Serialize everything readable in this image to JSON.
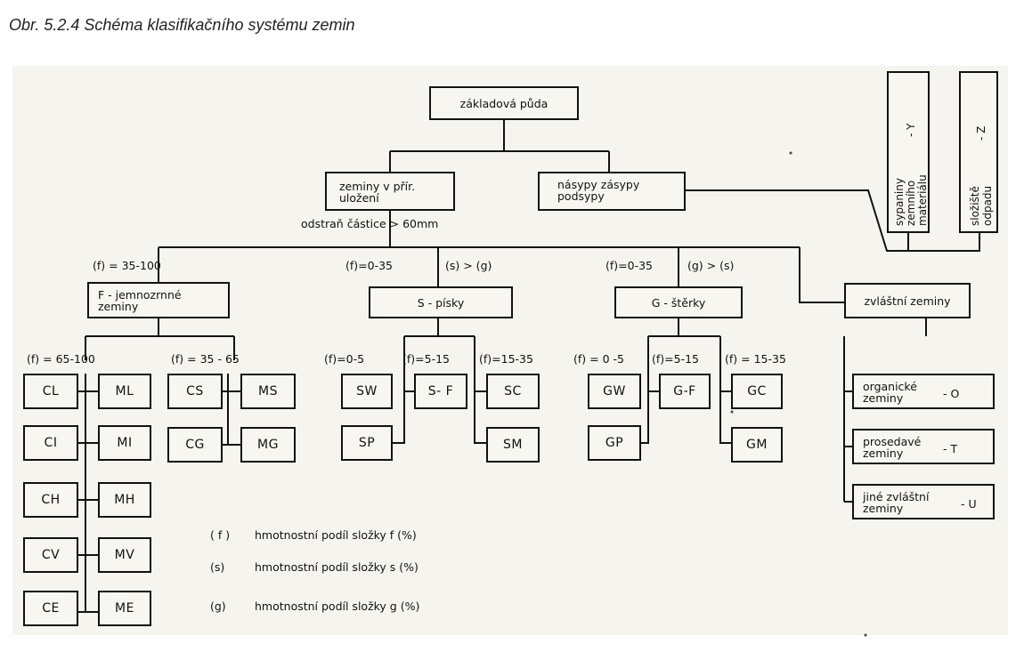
{
  "caption": "Obr. 5.2.4  Schéma klasifikačního systému zemin",
  "nodes": {
    "root": "základová půda",
    "natural": "zeminy v přír. uložení",
    "fills": "násypy zásypy podsypy",
    "spoil_lines": [
      "sypaniny",
      "zemního",
      "materiálu"
    ],
    "spoil_code": "- Y",
    "waste_lines": [
      "složiště",
      "odpadu"
    ],
    "waste_code": "- Z",
    "removal_note": "odstraň částice > 60mm",
    "fine": "F - jemnozrnné zeminy",
    "sand": "S - písky",
    "gravel": "G - štěrky",
    "special": "zvláštní zeminy",
    "organic": "organické zeminy",
    "organic_code": "- O",
    "collapsible": "prosedavé zeminy",
    "collapsible_code": "- T",
    "other": "jiné zvláštní zeminy",
    "other_code": "- U"
  },
  "labels": {
    "fine_range": "(f) = 35-100",
    "sand_range": "(f)=0-35",
    "sand_cond": "(s) > (g)",
    "gravel_range": "(f)=0-35",
    "gravel_cond": "(g) > (s)",
    "fine_a": "(f) = 65-100",
    "fine_b": "(f) = 35 - 65",
    "sand_a": "(f)=0-5",
    "sand_b": "(f)=5-15",
    "sand_c": "(f)=15-35",
    "gravel_a": "(f) = 0 -5",
    "gravel_b": "(f)=5-15",
    "gravel_c": "(f) = 15-35"
  },
  "codes": {
    "fine_left": [
      "CL",
      "CI",
      "CH",
      "CV",
      "CE"
    ],
    "fine_right": [
      "ML",
      "MI",
      "MH",
      "MV",
      "ME"
    ],
    "fine_s": [
      "CS",
      "MS",
      "CG",
      "MG"
    ],
    "sand": [
      "SW",
      "S- F",
      "SC",
      "SP",
      "SM"
    ],
    "gravel": [
      "GW",
      "G-F",
      "GC",
      "GP",
      "GM"
    ]
  },
  "legend": [
    {
      "sym": "( f )",
      "text": "hmotnostní podíl složky f (%)"
    },
    {
      "sym": "(s)",
      "text": "hmotnostní podíl složky s (%)"
    },
    {
      "sym": "(g)",
      "text": "hmotnostní podíl složky g (%)"
    }
  ]
}
